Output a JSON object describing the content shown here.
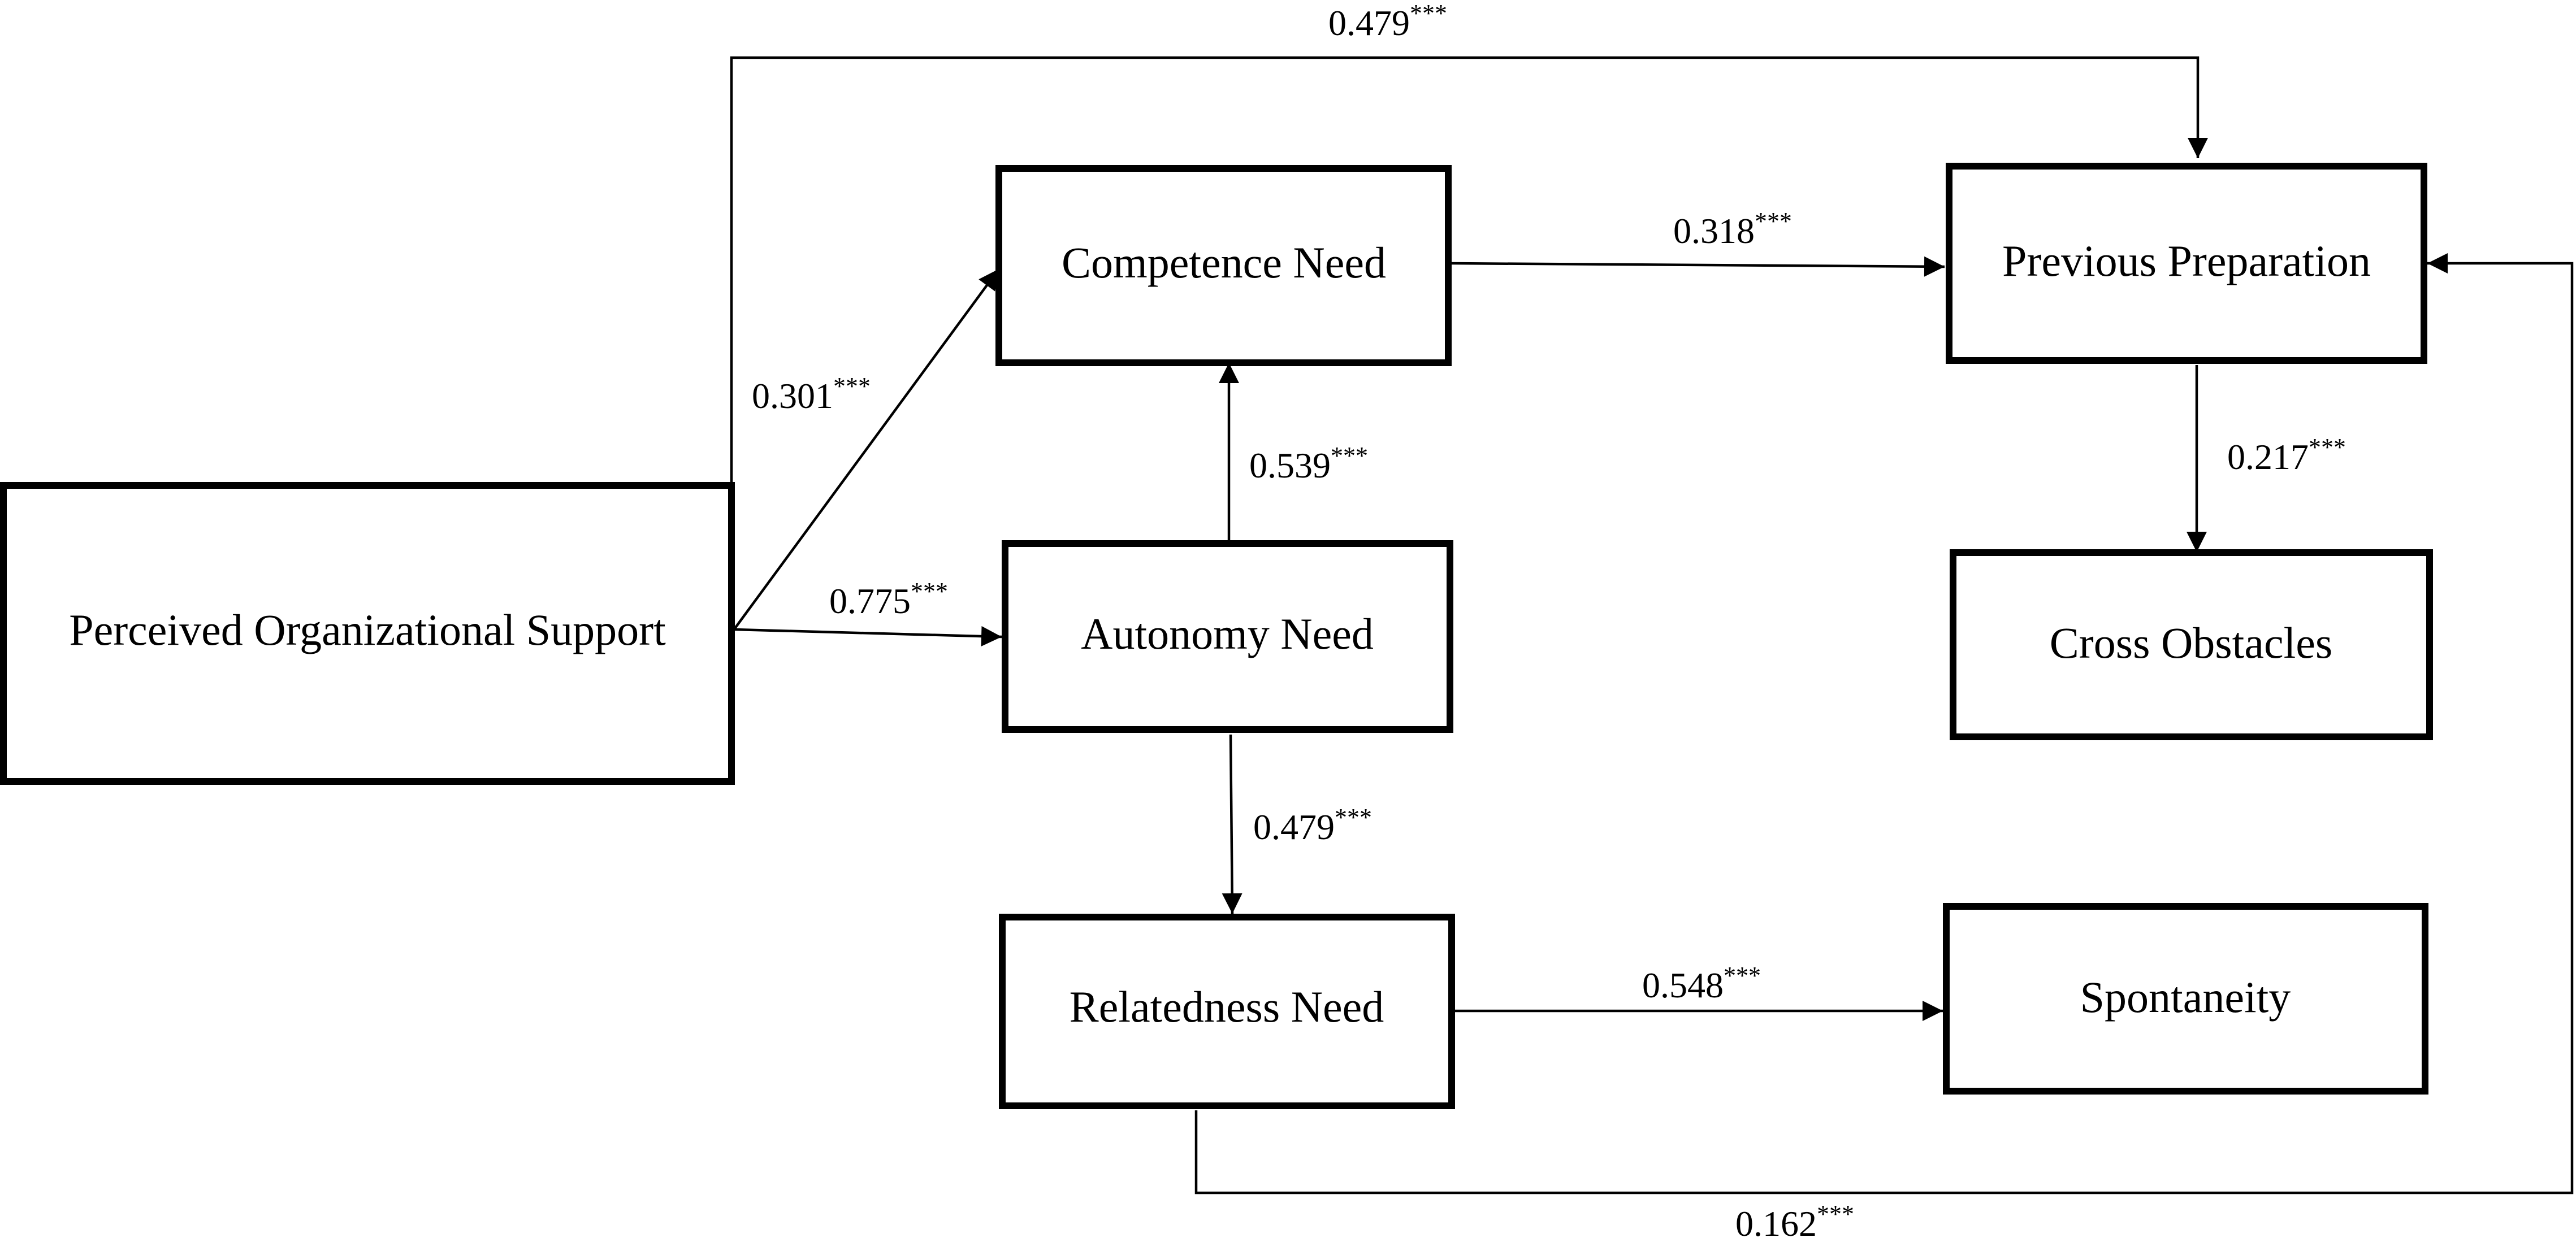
{
  "nodes": {
    "perceived_organizational_support": "Perceived Organizational Support",
    "competence_need": "Competence Need",
    "autonomy_need": "Autonomy Need",
    "relatedness_need": "Relatedness Need",
    "previous_preparation": "Previous Preparation",
    "cross_obstacles": "Cross Obstacles",
    "spontaneity": "Spontaneity"
  },
  "paths": [
    {
      "from": "Perceived Organizational Support",
      "to": "Previous Preparation",
      "coefficient": "0.479",
      "significance": "***"
    },
    {
      "from": "Perceived Organizational Support",
      "to": "Competence Need",
      "coefficient": "0.301",
      "significance": "***"
    },
    {
      "from": "Perceived Organizational Support",
      "to": "Autonomy Need",
      "coefficient": "0.775",
      "significance": "***"
    },
    {
      "from": "Autonomy Need",
      "to": "Competence Need",
      "coefficient": "0.539",
      "significance": "***"
    },
    {
      "from": "Autonomy Need",
      "to": "Relatedness Need",
      "coefficient": "0.479",
      "significance": "***"
    },
    {
      "from": "Competence Need",
      "to": "Previous Preparation",
      "coefficient": "0.318",
      "significance": "***"
    },
    {
      "from": "Previous Preparation",
      "to": "Cross Obstacles",
      "coefficient": "0.217",
      "significance": "***"
    },
    {
      "from": "Relatedness Need",
      "to": "Spontaneity",
      "coefficient": "0.548",
      "significance": "***"
    },
    {
      "from": "Relatedness Need",
      "to": "Previous Preparation",
      "coefficient": "0.162",
      "significance": "***"
    }
  ]
}
